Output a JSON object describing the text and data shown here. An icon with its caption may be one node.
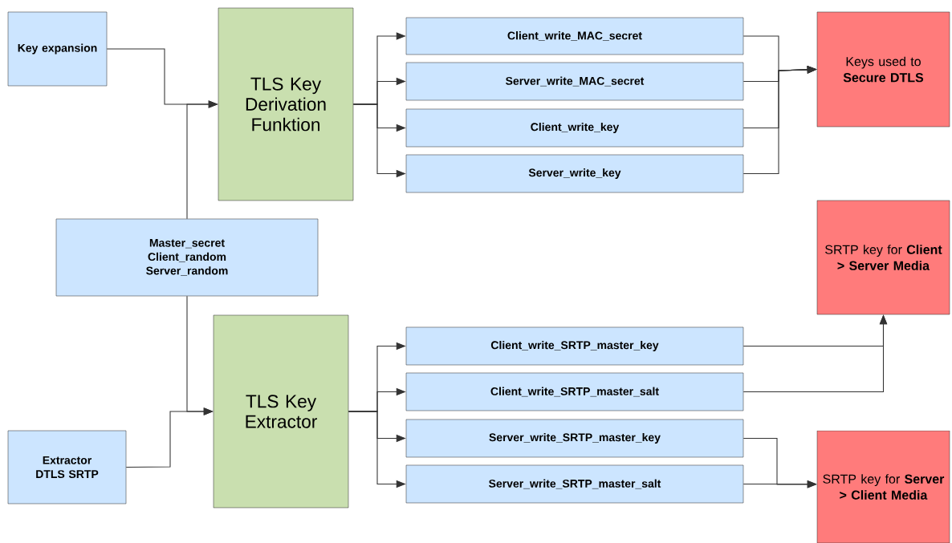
{
  "diagram": {
    "nodes": [
      {
        "text": [
          "Key expansion"
        ]
      },
      {
        "text": [
          "TLS Key Derivation Funktion"
        ]
      },
      {
        "text": [
          "Client_write_MAC_secret"
        ]
      },
      {
        "text": [
          "Server_write_MAC_secret"
        ]
      },
      {
        "text": [
          "Client_write_key"
        ]
      },
      {
        "text": [
          "Server_write_key"
        ]
      },
      {
        "text": [
          "Keys used to **Secure DTLS**"
        ]
      },
      {
        "text": [
          "Master_secret",
          "Client_random",
          "Server_random"
        ]
      },
      {
        "text": [
          "TLS Key Extractor"
        ]
      },
      {
        "text": [
          "Client_write_SRTP_master_key"
        ]
      },
      {
        "text": [
          "Client_write_SRTP_master_salt"
        ]
      },
      {
        "text": [
          "Server_write_SRTP_master_key"
        ]
      },
      {
        "text": [
          "Server_write_SRTP_master_salt"
        ]
      },
      {
        "text": [
          "SRTP key for **Client > Server Media**"
        ]
      },
      {
        "text": [
          "SRTP key for **Server > Client Media**"
        ]
      },
      {
        "text": [
          "Extractor DTLS SRTP"
        ]
      }
    ],
    "edges": [
      {
        "from": 0,
        "to": 1,
        "arrow": "to"
      },
      {
        "from": 7,
        "to": 1,
        "arrow": "to"
      },
      {
        "from": 1,
        "to": 2,
        "arrow": "to"
      },
      {
        "from": 1,
        "to": 3,
        "arrow": "to"
      },
      {
        "from": 1,
        "to": 4,
        "arrow": "to"
      },
      {
        "from": 1,
        "to": 5,
        "arrow": "to"
      },
      {
        "from": 2,
        "to": 6,
        "arrow": "to"
      },
      {
        "from": 3,
        "to": 6,
        "arrow": "to"
      },
      {
        "from": 4,
        "to": 6,
        "arrow": "to"
      },
      {
        "from": 5,
        "to": 6,
        "arrow": "to"
      },
      {
        "from": 7,
        "to": 8,
        "arrow": "to"
      },
      {
        "from": 15,
        "to": 8,
        "arrow": "to"
      },
      {
        "from": 8,
        "to": 9,
        "arrow": "to"
      },
      {
        "from": 8,
        "to": 10,
        "arrow": "to"
      },
      {
        "from": 8,
        "to": 11,
        "arrow": "to"
      },
      {
        "from": 8,
        "to": 12,
        "arrow": "to"
      },
      {
        "from": 9,
        "to": 13,
        "arrow": "to"
      },
      {
        "from": 10,
        "to": 13,
        "arrow": "to"
      },
      {
        "from": 11,
        "to": 14,
        "arrow": "to"
      },
      {
        "from": 12,
        "to": 14,
        "arrow": "to"
      }
    ]
  }
}
